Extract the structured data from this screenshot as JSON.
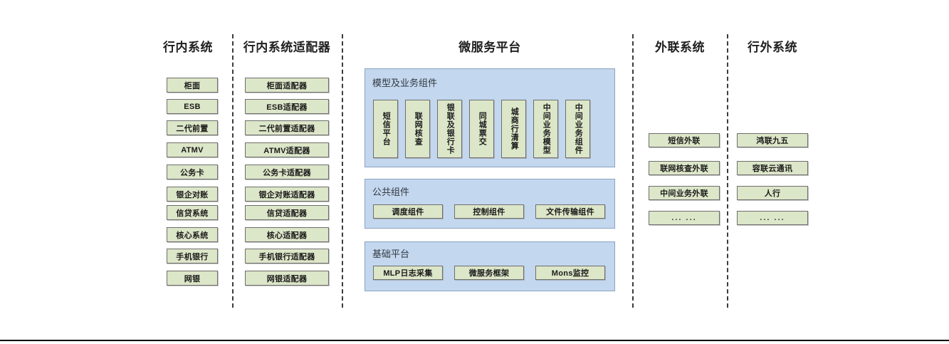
{
  "diagram": {
    "columns": [
      {
        "key": "in_bank_systems",
        "title": "行内系统",
        "nodes": [
          "柜面",
          "ESB",
          "二代前置",
          "ATMV",
          "公务卡",
          "银企对账",
          "信贷系统",
          "核心系统",
          "手机银行",
          "网银"
        ]
      },
      {
        "key": "in_bank_adapters",
        "title": "行内系统适配器",
        "nodes": [
          "柜面适配器",
          "ESB适配器",
          "二代前置适配器",
          "ATMV适配器",
          "公务卡适配器",
          "银企对账适配器",
          "信贷适配器",
          "核心适配器",
          "手机银行适配器",
          "网银适配器"
        ]
      },
      {
        "key": "microservice_platform",
        "title": "微服务平台",
        "panels": [
          {
            "key": "model_business_components",
            "title": "模型及业务组件",
            "nodes": [
              "短信平台",
              "联网核查",
              "银联及银行卡",
              "同城票交",
              "城商行清算",
              "中间业务模型",
              "中间业务组件"
            ]
          },
          {
            "key": "public_components",
            "title": "公共组件",
            "nodes": [
              "调度组件",
              "控制组件",
              "文件传输组件"
            ]
          },
          {
            "key": "base_platform",
            "title": "基础平台",
            "nodes": [
              "MLP日志采集",
              "微服务框架",
              "Mons监控"
            ]
          }
        ]
      },
      {
        "key": "external_link_systems",
        "title": "外联系统",
        "nodes": [
          "短信外联",
          "联网核查外联",
          "中间业务外联",
          "... ..."
        ]
      },
      {
        "key": "off_bank_systems",
        "title": "行外系统",
        "nodes": [
          "鸿联九五",
          "容联云通讯",
          "人行",
          "... ..."
        ]
      }
    ],
    "colors": {
      "node_fill": "#dce6c8",
      "node_border": "#6e6e6e",
      "panel_fill": "#c3d7ef",
      "panel_border": "#8ba3bf",
      "separator": "#3c3c3c",
      "text": "#1a1a1a",
      "panel_title_text": "#33393f"
    }
  }
}
